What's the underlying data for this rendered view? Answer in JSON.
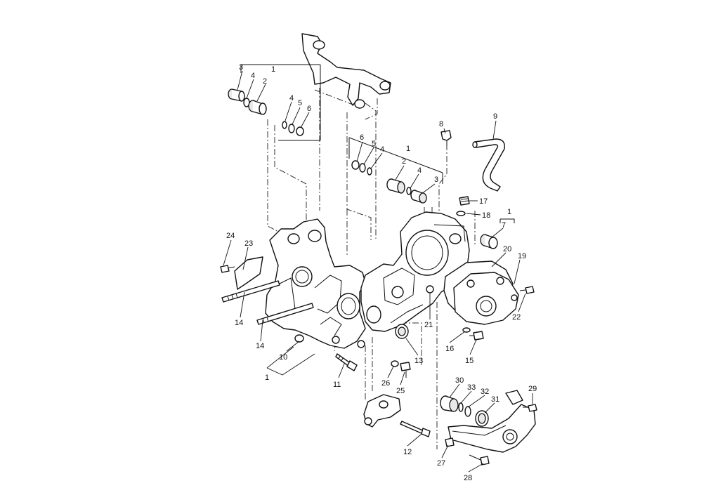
{
  "callouts": [
    {
      "id": "c3a",
      "text": "3"
    },
    {
      "id": "c1a",
      "text": "1"
    },
    {
      "id": "c4a",
      "text": "4"
    },
    {
      "id": "c2a",
      "text": "2"
    },
    {
      "id": "c4b",
      "text": "4"
    },
    {
      "id": "c5a",
      "text": "5"
    },
    {
      "id": "c6a",
      "text": "6"
    },
    {
      "id": "c8",
      "text": "8"
    },
    {
      "id": "c9",
      "text": "9"
    },
    {
      "id": "c6b",
      "text": "6"
    },
    {
      "id": "c5b",
      "text": "5"
    },
    {
      "id": "c4c",
      "text": "4"
    },
    {
      "id": "c1b",
      "text": "1"
    },
    {
      "id": "c2b",
      "text": "2"
    },
    {
      "id": "c4d",
      "text": "4"
    },
    {
      "id": "c3b",
      "text": "3"
    },
    {
      "id": "c17",
      "text": "17"
    },
    {
      "id": "c18",
      "text": "18"
    },
    {
      "id": "c1c",
      "text": "1"
    },
    {
      "id": "c7",
      "text": "7"
    },
    {
      "id": "c24",
      "text": "24"
    },
    {
      "id": "c23",
      "text": "23"
    },
    {
      "id": "c20",
      "text": "20"
    },
    {
      "id": "c19",
      "text": "19"
    },
    {
      "id": "c22",
      "text": "22"
    },
    {
      "id": "c21",
      "text": "21"
    },
    {
      "id": "c14a",
      "text": "14"
    },
    {
      "id": "c14b",
      "text": "14"
    },
    {
      "id": "c10",
      "text": "10"
    },
    {
      "id": "c1d",
      "text": "1"
    },
    {
      "id": "c11",
      "text": "11"
    },
    {
      "id": "c13",
      "text": "13"
    },
    {
      "id": "c16",
      "text": "16"
    },
    {
      "id": "c15",
      "text": "15"
    },
    {
      "id": "c26",
      "text": "26"
    },
    {
      "id": "c25",
      "text": "25"
    },
    {
      "id": "c30",
      "text": "30"
    },
    {
      "id": "c33",
      "text": "33"
    },
    {
      "id": "c32",
      "text": "32"
    },
    {
      "id": "c31",
      "text": "31"
    },
    {
      "id": "c29",
      "text": "29"
    },
    {
      "id": "c12",
      "text": "12"
    },
    {
      "id": "c27",
      "text": "27"
    },
    {
      "id": "c28",
      "text": "28"
    }
  ]
}
